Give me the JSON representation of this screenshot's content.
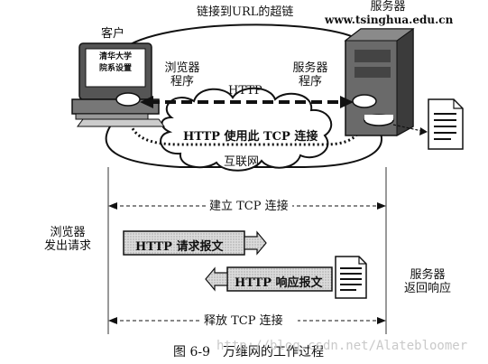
{
  "top": {
    "hyperlink_label": "链接到URL的超链",
    "client_label": "客户",
    "server_label": "服务器",
    "server_url": "www.tsinghua.edu.cn",
    "screen_line1": "清华大学",
    "screen_line2": "院系设置",
    "browser_program_l1": "浏览器",
    "browser_program_l2": "程序",
    "server_program_l1": "服务器",
    "server_program_l2": "程序",
    "http_label": "HTTP",
    "tcp_connection_label": "HTTP 使用此 TCP 连接",
    "internet_label": "互联网"
  },
  "sequence": {
    "establish_label": "建立 TCP 连接",
    "browser_request_l1": "浏览器",
    "browser_request_l2": "发出请求",
    "request_message": "HTTP 请求报文",
    "response_message": "HTTP 响应报文",
    "server_response_l1": "服务器",
    "server_response_l2": "返回响应",
    "release_label": "释放 TCP 连接"
  },
  "caption": "图 6-9　万维网的工作过程",
  "watermark": "http://blog.csdn.net/Alatebloomer"
}
